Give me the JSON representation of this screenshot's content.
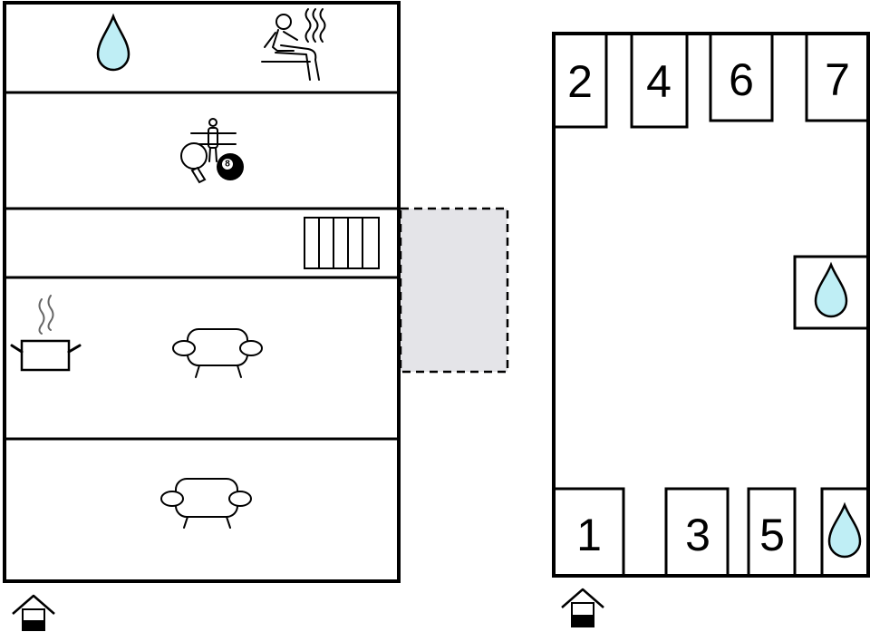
{
  "floor_left": {
    "icons": [
      "water-drop-icon",
      "sauna-icon",
      "table-football-icon",
      "table-tennis-icon",
      "billiard-ball-icon",
      "staircase-icon",
      "cooking-pot-icon",
      "sofa-icon",
      "sofa-icon",
      "entrance-icon"
    ],
    "billiard_ball_label": "8"
  },
  "floor_right": {
    "rooms_top": [
      "2",
      "4",
      "6",
      "7"
    ],
    "rooms_bottom": [
      "1",
      "3",
      "5"
    ],
    "icons": [
      "water-drop-icon",
      "water-drop-icon",
      "entrance-icon"
    ]
  },
  "colors": {
    "water": "#bfeef5",
    "terrace": "#e4e4e8",
    "wall": "#000000"
  }
}
